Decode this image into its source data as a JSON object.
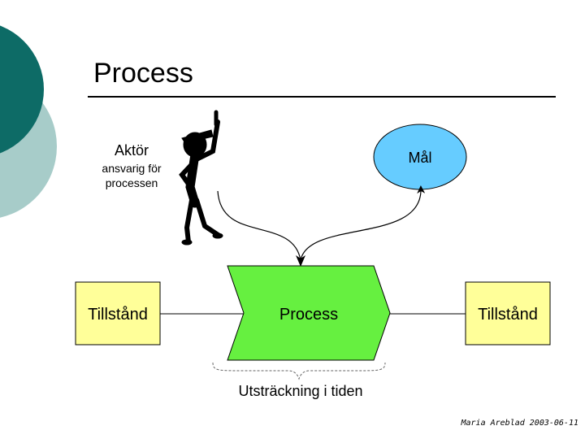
{
  "slide": {
    "title": "Process",
    "footer": "Maria Areblad 2003-06-11",
    "colors": {
      "teal_dark": "#0d6b66",
      "teal_light": "#a7ccc9",
      "process_green": "#66f040",
      "state_yellow": "#ffff99",
      "goal_blue": "#66ccff",
      "line": "#000000"
    }
  },
  "diagram": {
    "actor_label": "Aktör",
    "actor_sub_1": "ansvarig för",
    "actor_sub_2": "processen",
    "goal_label": "Mål",
    "state_left": "Tillstånd",
    "process_label": "Process",
    "state_right": "Tillstånd",
    "duration_label": "Utsträckning i tiden"
  },
  "icons": [
    "stick-figure-icon",
    "arrow-icon",
    "brace-icon"
  ]
}
